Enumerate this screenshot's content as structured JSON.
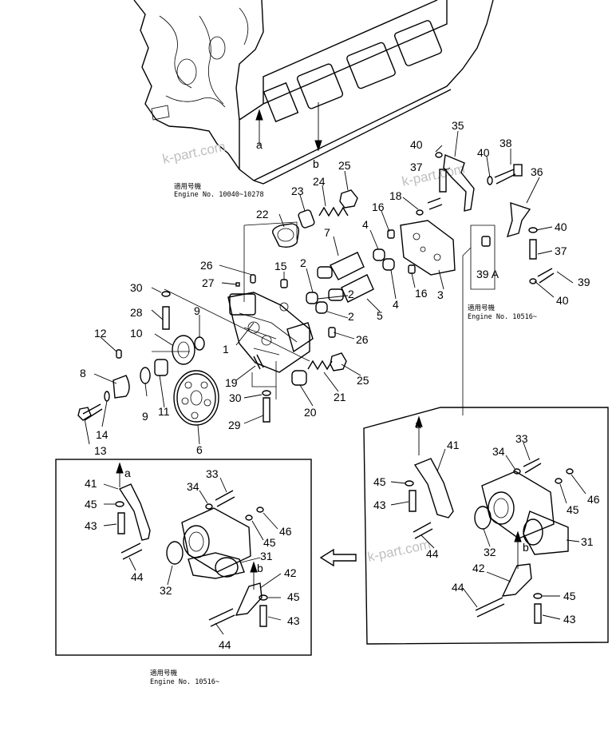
{
  "notes": {
    "top_engine_range": [
      "適用号機",
      "Engine No. 10040~10278"
    ],
    "mid_engine_range": [
      "適用号機",
      "Engine No. 10516~"
    ],
    "bottom_engine_range": [
      "適用号機",
      "Engine No. 10516~"
    ]
  },
  "watermarks": [
    "k-part.com",
    "k-part.com",
    "k-part.com"
  ],
  "arrow_marks": {
    "a": "a",
    "b": "b"
  },
  "callouts": {
    "p1": "1",
    "p2a": "2",
    "p2b": "2",
    "p3": "3",
    "p4a": "4",
    "p4b": "4",
    "p5": "5",
    "p6": "6",
    "p7": "7",
    "p8": "8",
    "p9a": "9",
    "p9b": "9",
    "p10": "10",
    "p11": "11",
    "p12": "12",
    "p13": "13",
    "p14": "14",
    "p15": "15",
    "p16a": "16",
    "p16b": "16",
    "p18": "18",
    "p19": "19",
    "p20": "20",
    "p21": "21",
    "p22": "22",
    "p23": "23",
    "p24": "24",
    "p25a": "25",
    "p25b": "25",
    "p26a": "26",
    "p26b": "26",
    "p27": "27",
    "p28": "28",
    "p29": "29",
    "p30a": "30",
    "p30b": "30",
    "p35": "35",
    "p36": "36",
    "p37a": "37",
    "p37b": "37",
    "p38": "38",
    "p39": "39",
    "p39a": "39 A",
    "p40a": "40",
    "p40b": "40",
    "p40c": "40",
    "p40d": "40",
    "r_a": "a",
    "r_b": "b",
    "r_41": "41",
    "r_45a": "45",
    "r_43a": "43",
    "r_44a": "44",
    "r_34": "34",
    "r_33": "33",
    "r_46": "46",
    "r_45b": "45",
    "r_31": "31",
    "r_32": "32",
    "r_42": "42",
    "r_44b": "44",
    "r_45c": "45",
    "r_43b": "43",
    "l_a": "a",
    "l_b": "b",
    "l_41": "41",
    "l_45a": "45",
    "l_43a": "43",
    "l_44a": "44",
    "l_34": "34",
    "l_33": "33",
    "l_46": "46",
    "l_45b": "45",
    "l_31": "31",
    "l_32": "32",
    "l_42": "42",
    "l_45c": "45",
    "l_43b": "43",
    "l_44b": "44"
  }
}
